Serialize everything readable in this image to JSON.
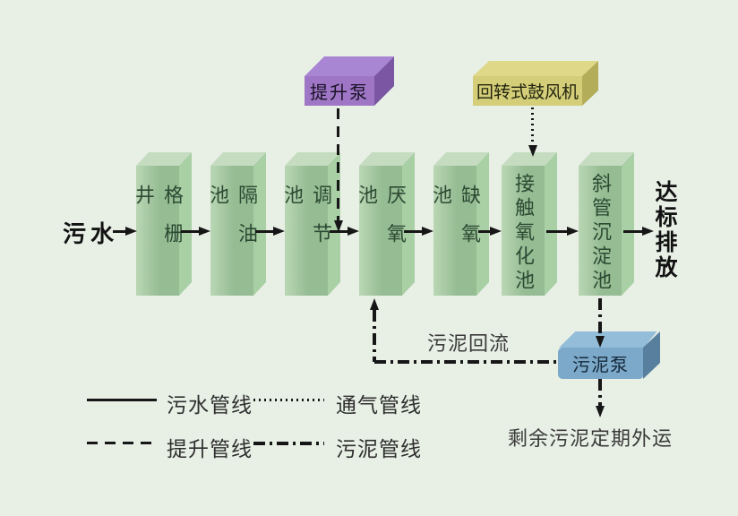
{
  "diagram": {
    "influent_label": "污水",
    "effluent_label": "达标排放",
    "tanks": [
      {
        "label": "格栅井"
      },
      {
        "label": "隔油池"
      },
      {
        "label": "调节池"
      },
      {
        "label": "厌氧池"
      },
      {
        "label": "缺氧池"
      },
      {
        "label": "接触氧化池"
      },
      {
        "label": "斜管沉淀池"
      }
    ],
    "equipment": {
      "lift_pump": "提升泵",
      "blower": "回转式鼓风机",
      "sludge_pump": "污泥泵"
    },
    "annotations": {
      "sludge_return": "污泥回流",
      "sludge_disposal": "剩余污泥定期外运"
    },
    "legend": [
      {
        "style": "solid",
        "label": "污水管线"
      },
      {
        "style": "dotted",
        "label": "通气管线"
      },
      {
        "style": "dashed",
        "label": "提升管线"
      },
      {
        "style": "dashdot",
        "label": "污泥管线"
      }
    ],
    "colors": {
      "background": "#e8f0e6",
      "tank_front": "#95bc93",
      "tank_front_highlight": "#bad7b4",
      "tank_top": "#c5dcc0",
      "tank_side": "#a9cfa5",
      "tank_text": "#2d4a33",
      "lift_pump_front": "#9f76c5",
      "lift_pump_top": "#a986d3",
      "lift_pump_side": "#7b57a3",
      "blower_front": "#d4ce79",
      "blower_top": "#ded888",
      "blower_side": "#b3ac58",
      "sludge_pump_front": "#7ca9c9",
      "sludge_pump_top": "#93bdd8",
      "sludge_pump_side": "#587f9e",
      "line": "#161616",
      "flow_text": "#121212",
      "annotation_text": "#3a3a3a",
      "legend_text": "#2e2e2e"
    }
  }
}
